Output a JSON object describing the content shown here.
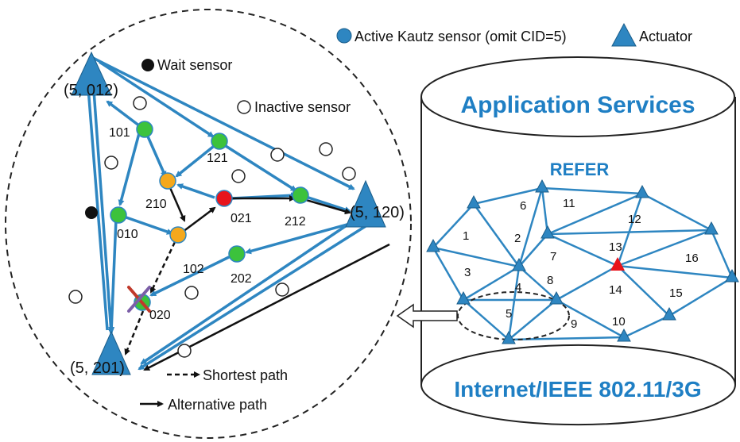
{
  "legend": {
    "active": "Active Kautz sensor (omit CID=5)",
    "actuator": "Actuator",
    "wait": "Wait sensor",
    "inactive": "Inactive sensor",
    "shortest": "Shortest path",
    "alternative": "Alternative path"
  },
  "actuators": {
    "a012": "(5, 012)",
    "a120": "(5, 120)",
    "a201": "(5, 201)"
  },
  "sensors": {
    "s101": "101",
    "s121": "121",
    "s210": "210",
    "s021": "021",
    "s212": "212",
    "s010": "010",
    "s102": "102",
    "s202": "202",
    "s020": "020"
  },
  "cylinder": {
    "top": "Application Services",
    "middle": "REFER",
    "bottom": "Internet/IEEE 802.11/3G"
  },
  "cells": [
    "1",
    "2",
    "3",
    "4",
    "5",
    "6",
    "7",
    "8",
    "9",
    "10",
    "11",
    "12",
    "13",
    "14",
    "15",
    "16"
  ],
  "colors": {
    "blue": "#2e86c1",
    "green": "#3cc23c",
    "orange": "#f4a81c",
    "red": "#e8141c"
  }
}
